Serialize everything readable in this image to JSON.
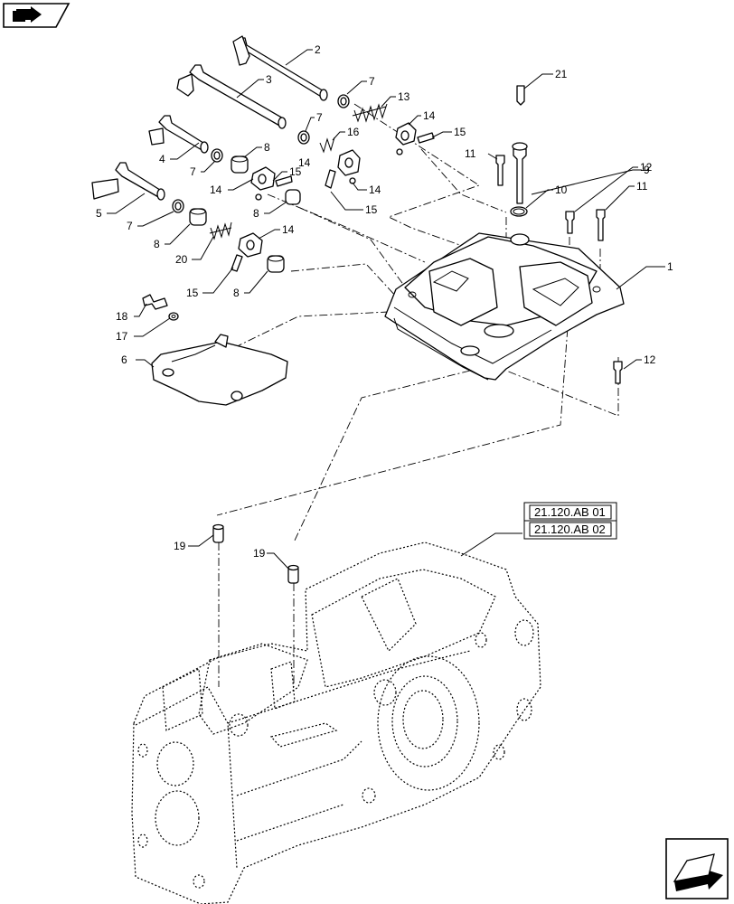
{
  "callouts": [
    "1",
    "2",
    "3",
    "4",
    "5",
    "6",
    "7",
    "7",
    "7",
    "7",
    "8",
    "8",
    "8",
    "8",
    "9",
    "10",
    "11",
    "11",
    "12",
    "12",
    "13",
    "14",
    "14",
    "14",
    "14",
    "14",
    "15",
    "15",
    "15",
    "15",
    "16",
    "17",
    "18",
    "19",
    "19",
    "20",
    "21"
  ],
  "references": [
    "21.120.AB 01",
    "21.120.AB 02"
  ],
  "icons": {
    "top_left": "book-arrow-icon",
    "bottom_right": "next-page-arrow-icon"
  }
}
